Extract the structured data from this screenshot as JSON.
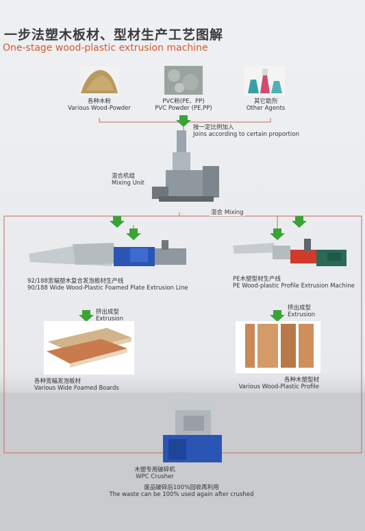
{
  "title_cn": "一步法塑木板材、型材生产工艺图解",
  "title_en": "One-stage wood-plastic extrusion machine",
  "materials": [
    {
      "cn": "各种木粉",
      "en": "Various Wood-Powder"
    },
    {
      "cn": "PVC粉(PE、PP)",
      "en": "PVC Powder (PE,PP)"
    },
    {
      "cn": "其它助剂",
      "en": "Other Agents"
    }
  ],
  "join_cn": "按一定比例加入",
  "join_en": "Joins according to certain proportion",
  "mixing_unit_cn": "混合机组",
  "mixing_unit_en": "Mixing Unit",
  "mixing_label": "混合 Mixing",
  "line_left_cn": "92/188宽幅塑木复合发泡板材生产线",
  "line_left_en": "90/188 Wide Wood-Plastic Foamed Plate Extrusion Line",
  "line_right_cn": "PE木塑型材生产线",
  "line_right_en": "PE Wood-plastic Profile Extrusion Machine",
  "extrusion_left_cn": "挤出成型",
  "extrusion_left_en": "Extrusion",
  "extrusion_right_cn": "挤出成型",
  "extrusion_right_en": "Extrusion",
  "product_left_cn": "各种宽幅发泡板材",
  "product_left_en": "Various Wide Foamed Boards",
  "product_right_cn": "各种木塑型材",
  "product_right_en": "Various Wood-Plastic Profile",
  "crusher_cn": "木塑专用破碎机",
  "crusher_en": "WPC Crusher",
  "recycle_cn": "废品破碎后100%回收再利用",
  "recycle_en": "The waste can be 100% used again after crushed",
  "colors": {
    "arrow": "#3aa335",
    "line": "#c96a5a",
    "title_en": "#d65a2a",
    "red_machine": "#d23a2a",
    "blue_machine": "#2a55b5"
  }
}
